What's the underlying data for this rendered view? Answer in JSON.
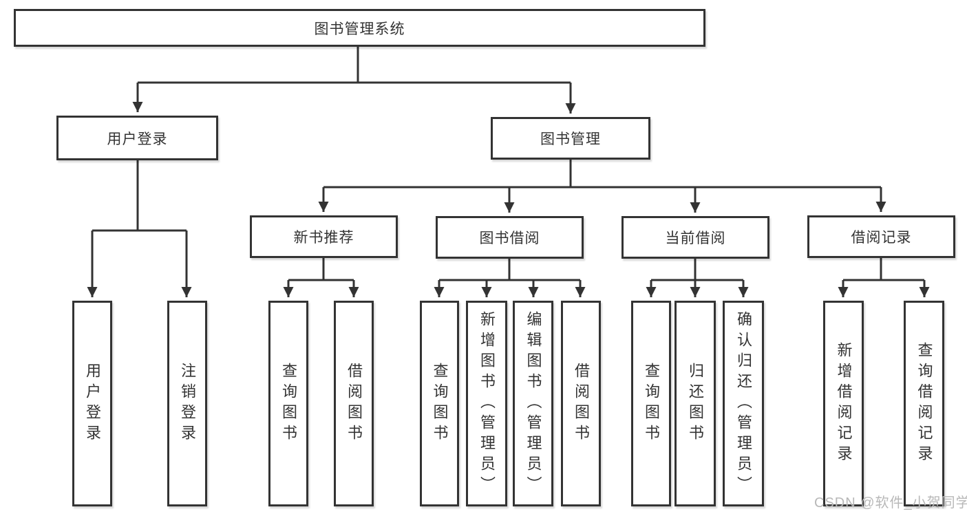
{
  "diagram": {
    "root": {
      "label": "图书管理系统"
    },
    "level2": [
      {
        "id": "user-login",
        "label": "用户登录"
      },
      {
        "id": "book-management",
        "label": "图书管理"
      }
    ],
    "level3": [
      {
        "id": "new-book-recommend",
        "label": "新书推荐"
      },
      {
        "id": "book-borrow",
        "label": "图书借阅"
      },
      {
        "id": "current-borrow",
        "label": "当前借阅"
      },
      {
        "id": "borrow-records",
        "label": "借阅记录"
      }
    ],
    "leaves": [
      {
        "parent": "user-login",
        "label": "用户登录"
      },
      {
        "parent": "user-login",
        "label": "注销登录"
      },
      {
        "parent": "new-book-recommend",
        "label": "查询图书"
      },
      {
        "parent": "new-book-recommend",
        "label": "借阅图书"
      },
      {
        "parent": "book-borrow",
        "label": "查询图书"
      },
      {
        "parent": "book-borrow",
        "label": "新增图书（管理员）"
      },
      {
        "parent": "book-borrow",
        "label": "编辑图书（管理员）"
      },
      {
        "parent": "book-borrow",
        "label": "借阅图书"
      },
      {
        "parent": "current-borrow",
        "label": "查询图书"
      },
      {
        "parent": "current-borrow",
        "label": "归还图书"
      },
      {
        "parent": "current-borrow",
        "label": "确认归还（管理员）"
      },
      {
        "parent": "borrow-records",
        "label": "新增借阅记录"
      },
      {
        "parent": "borrow-records",
        "label": "查询借阅记录"
      }
    ]
  },
  "watermark": "CSDN @软件_小贺同学",
  "colors": {
    "line": "#333333",
    "box_background": "#ffffff",
    "text": "#333333",
    "watermark_text": "#b8b8b8"
  }
}
